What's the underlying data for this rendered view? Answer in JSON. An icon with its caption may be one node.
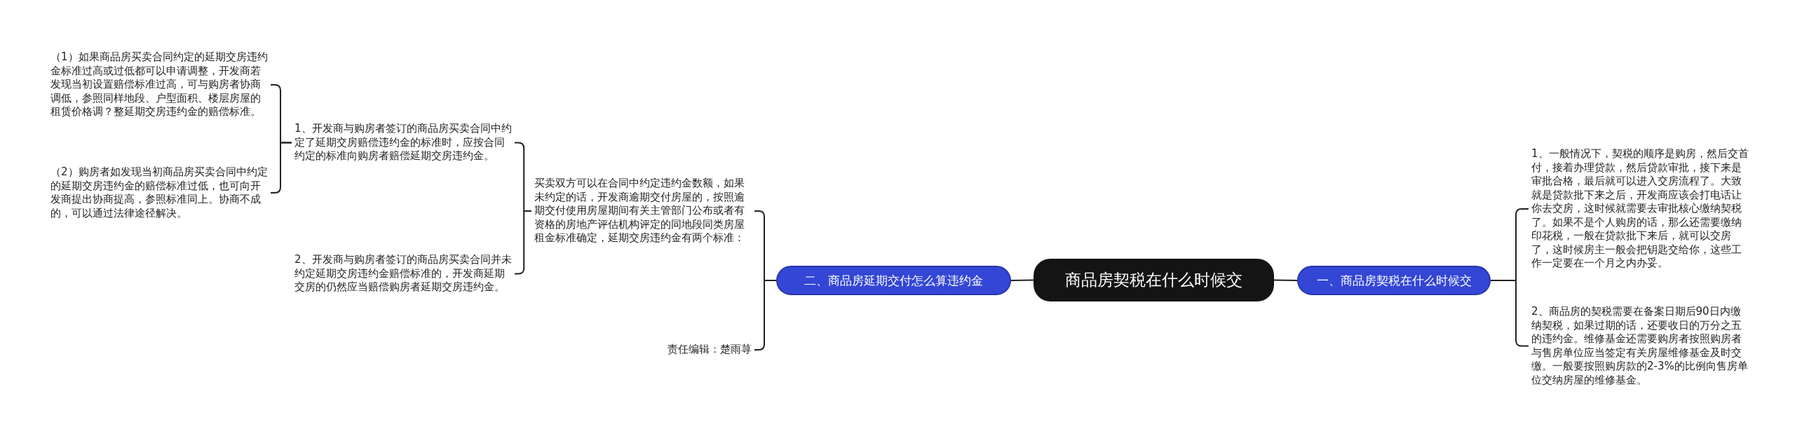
{
  "diagram": {
    "nodes": [
      {
        "text": [
          "商品房契税在什么时候交"
        ]
      },
      {
        "text": [
          "一、商品房契税在什么时候交"
        ]
      },
      {
        "text": [
          "1、一般情况下，契税的顺序是购房，然后交首付，接着办理贷款，然后贷款审批，接下来是审批合格，最后就可以进入交房流程了。大致就是贷款批下来之后，开发商应该会打电话让你去交房，这时候就需要去审批核心缴纳契税了。如果不是个人购房的话，那么还需要缴纳印花税，一般在贷款批下来后，就可以交房了，这时候房主一般会把钥匙交给你，这些工作一定要在一个月之内办妥。"
        ]
      },
      {
        "text": [
          "2、商品房的契税需要在备案日期后90日内缴纳契税，如果过期的话，还要收日的万分之五的违约金。维修基金还需要购房者按照购房者与售房单位应当签定有关房屋维修基金及时交缴。一般要按照购房款的2-3%的比例向售房单位交纳房屋的维修基金。"
        ]
      },
      {
        "text": [
          "二、商品房延期交付怎么算违约金"
        ]
      },
      {
        "text": [
          "买卖双方可以在合同中约定违约金数额，如果未约定的话，开发商逾期交付房屋的，按照逾期交付使用房屋期间有关主管部门公布或者有资格的房地产评估机构评定的同地段同类房屋租金标准确定，延期交房违约金有两个标准："
        ]
      },
      {
        "text": [
          "1、开发商与购房者签订的商品房买卖合同中约定了延期交房赔偿违约金的标准时，应按合同约定的标准向购房者赔偿延期交房违约金。"
        ]
      },
      {
        "text": [
          "（1）如果商品房买卖合同约定的延期交房违约金标准过高或过低都可以申请调整，开发商若发现当初设置赔偿标准过高，可与购房者协商调低，参照同样地段、户型面积、楼层房屋的租赁价格调？整延期交房违约金的赔偿标准。"
        ]
      },
      {
        "text": [
          "（2）购房者如发现当初商品房买卖合同中约定的延期交房违约金的赔偿标准过低，也可向开发商提出协商提高，参照标准同上。协商不成的，可以通过法律途径解决。"
        ]
      },
      {
        "text": [
          "2、开发商与购房者签订的商品房买卖合同并未约定延期交房违约金赔偿标准的，开发商延期交房的仍然应当赔偿购房者延期交房违约金。"
        ]
      },
      {
        "text": [
          "责任编辑：楚雨荨"
        ]
      }
    ],
    "edges": [
      {
        "from": 0,
        "to": 1,
        "arrow": "none"
      },
      {
        "from": 1,
        "to": 2,
        "arrow": "none"
      },
      {
        "from": 1,
        "to": 3,
        "arrow": "none"
      },
      {
        "from": 0,
        "to": 4,
        "arrow": "none"
      },
      {
        "from": 4,
        "to": 5,
        "arrow": "none"
      },
      {
        "from": 5,
        "to": 6,
        "arrow": "none"
      },
      {
        "from": 6,
        "to": 7,
        "arrow": "none"
      },
      {
        "from": 6,
        "to": 8,
        "arrow": "none"
      },
      {
        "from": 5,
        "to": 9,
        "arrow": "none"
      },
      {
        "from": 4,
        "to": 10,
        "arrow": "none"
      }
    ]
  }
}
